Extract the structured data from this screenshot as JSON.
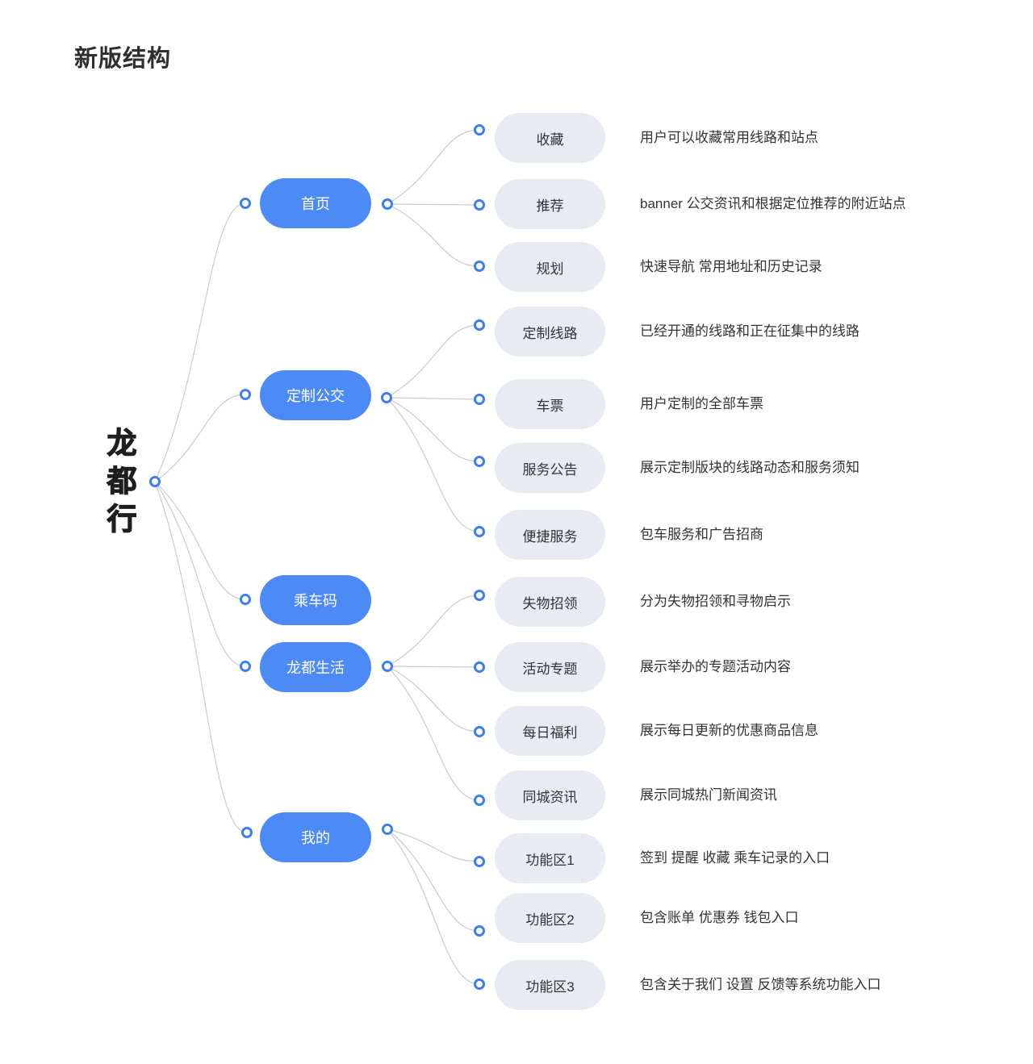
{
  "title": "新版结构",
  "root": {
    "label": "龙都行"
  },
  "colors": {
    "branch_fill": "#4C8BF6",
    "leaf_fill": "#E9EBF2",
    "connector_ring": "#3D7EF2",
    "line": "#C9CBCE",
    "text_dark": "#333333",
    "text_on_branch": "#FFFFFF"
  },
  "branches": [
    {
      "label": "首页",
      "children": [
        {
          "label": "收藏",
          "description": "用户可以收藏常用线路和站点"
        },
        {
          "label": "推荐",
          "description": "banner 公交资讯和根据定位推荐的附近站点"
        },
        {
          "label": "规划",
          "description": "快速导航 常用地址和历史记录"
        }
      ]
    },
    {
      "label": "定制公交",
      "children": [
        {
          "label": "定制线路",
          "description": "已经开通的线路和正在征集中的线路"
        },
        {
          "label": "车票",
          "description": "用户定制的全部车票"
        },
        {
          "label": "服务公告",
          "description": "展示定制版块的线路动态和服务须知"
        },
        {
          "label": "便捷服务",
          "description": "包车服务和广告招商"
        }
      ]
    },
    {
      "label": "乘车码",
      "children": []
    },
    {
      "label": "龙都生活",
      "children": [
        {
          "label": "失物招领",
          "description": "分为失物招领和寻物启示"
        },
        {
          "label": "活动专题",
          "description": "展示举办的专题活动内容"
        },
        {
          "label": "每日福利",
          "description": "展示每日更新的优惠商品信息"
        },
        {
          "label": "同城资讯",
          "description": "展示同城热门新闻资讯"
        }
      ]
    },
    {
      "label": "我的",
      "children": [
        {
          "label": "功能区1",
          "description": "签到 提醒 收藏 乘车记录的入口"
        },
        {
          "label": "功能区2",
          "description": "包含账单 优惠券 钱包入口"
        },
        {
          "label": "功能区3",
          "description": "包含关于我们 设置 反馈等系统功能入口"
        }
      ]
    }
  ]
}
